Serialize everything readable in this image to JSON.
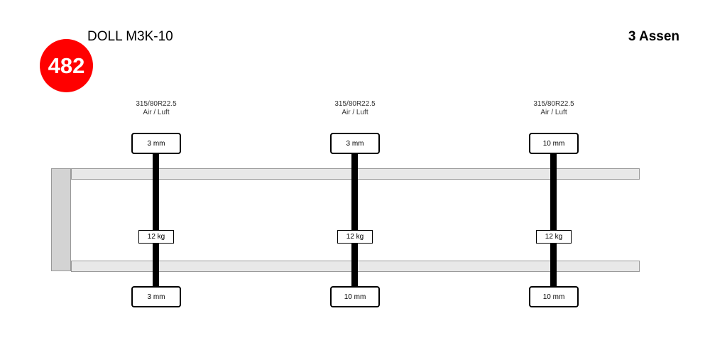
{
  "header": {
    "badge_number": "482",
    "badge_color": "#ff0000",
    "model": "DOLL M3K-10",
    "axle_count": "3 Assen"
  },
  "axles": [
    {
      "tire_size": "315/80R22.5",
      "suspension": "Air / Luft",
      "left_tread": "3 mm",
      "load": "12 kg",
      "right_tread": "3 mm"
    },
    {
      "tire_size": "315/80R22.5",
      "suspension": "Air / Luft",
      "left_tread": "3 mm",
      "load": "12 kg",
      "right_tread": "10 mm"
    },
    {
      "tire_size": "315/80R22.5",
      "suspension": "Air / Luft",
      "left_tread": "10 mm",
      "load": "12 kg",
      "right_tread": "10 mm"
    }
  ]
}
